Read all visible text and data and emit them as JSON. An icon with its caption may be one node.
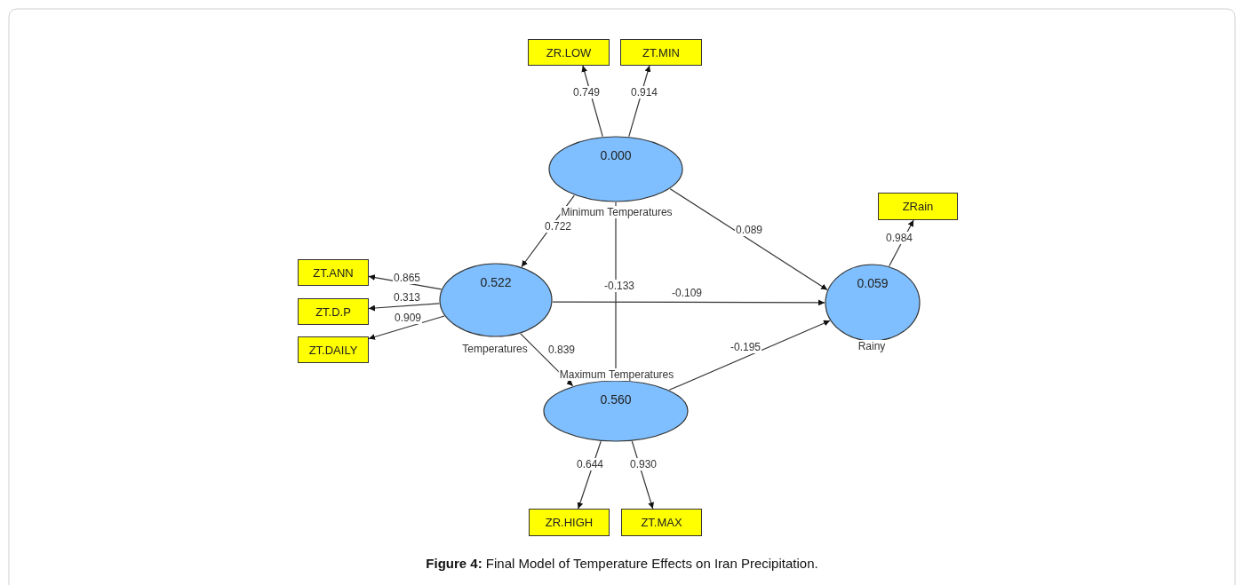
{
  "diagram": {
    "caption": "**Figure 4:** Final Model of Temperature Effects on Iran Precipitation.",
    "nodes": [
      {
        "text": [
          "ZR.LOW"
        ]
      },
      {
        "text": [
          "ZT.MIN"
        ]
      },
      {
        "text": [
          "0.000"
        ],
        "beside": [
          "Minimum Temperatures"
        ]
      },
      {
        "text": [
          "ZT.ANN"
        ]
      },
      {
        "text": [
          "ZT.D.P"
        ]
      },
      {
        "text": [
          "ZT.DAILY"
        ]
      },
      {
        "text": [
          "0.522"
        ],
        "beside": [
          "Temperatures"
        ]
      },
      {
        "text": [
          "ZRain"
        ]
      },
      {
        "text": [
          "0.059"
        ],
        "beside": [
          "Rainy"
        ]
      },
      {
        "text": [
          "0.560"
        ],
        "beside": [
          "Maximum Temperatures"
        ]
      },
      {
        "text": [
          "ZR.HIGH"
        ]
      },
      {
        "text": [
          "ZT.MAX"
        ]
      }
    ],
    "edges": [
      {
        "from": 2,
        "to": 0,
        "arrow": "to",
        "label": "0.749"
      },
      {
        "from": 2,
        "to": 1,
        "arrow": "to",
        "label": "0.914"
      },
      {
        "from": 2,
        "to": 6,
        "arrow": "to",
        "label": "0.722"
      },
      {
        "from": 2,
        "to": 9,
        "arrow": "to",
        "label": "-0.133"
      },
      {
        "from": 2,
        "to": 8,
        "arrow": "to",
        "label": "0.089"
      },
      {
        "from": 6,
        "to": 3,
        "arrow": "to",
        "label": "0.865"
      },
      {
        "from": 6,
        "to": 4,
        "arrow": "to",
        "label": "0.313"
      },
      {
        "from": 6,
        "to": 5,
        "arrow": "to",
        "label": "0.909"
      },
      {
        "from": 6,
        "to": 8,
        "arrow": "to",
        "label": "-0.109"
      },
      {
        "from": 6,
        "to": 9,
        "arrow": "to",
        "label": "0.839"
      },
      {
        "from": 9,
        "to": 8,
        "arrow": "to",
        "label": "-0.195"
      },
      {
        "from": 8,
        "to": 7,
        "arrow": "to",
        "label": "0.984"
      },
      {
        "from": 9,
        "to": 10,
        "arrow": "to",
        "label": "0.644"
      },
      {
        "from": 9,
        "to": 11,
        "arrow": "to",
        "label": "0.930"
      }
    ]
  }
}
